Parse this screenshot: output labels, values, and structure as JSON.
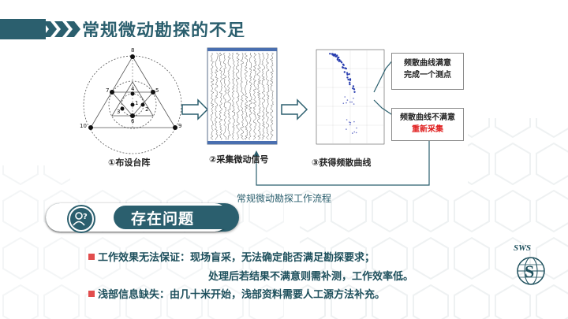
{
  "title": "常规微动勘探的不足",
  "diagram": {
    "steps": [
      {
        "label": "①布设台阵"
      },
      {
        "label": "②采集微动信号"
      },
      {
        "label": "③获得频散曲线"
      }
    ],
    "array_nodes": [
      "1",
      "2",
      "3",
      "4",
      "5",
      "6",
      "7",
      "8",
      "9",
      "10"
    ],
    "result_ok": {
      "line1": "频散曲线满意",
      "line2": "完成一个测点"
    },
    "result_bad": {
      "line1": "频散曲线不满意",
      "line2": "重新采集"
    },
    "flow_caption": "常规微动勘探工作流程"
  },
  "section": {
    "label": "存在问题",
    "icon": "user-question-icon"
  },
  "issues": [
    {
      "text": "工作效果无法保证：现场盲采，无法确定能否满足勘探要求；"
    },
    {
      "text": "处理后若结果不满意则需补测，工作效率低。"
    },
    {
      "text": "浅部信息缺失：由几十米开始，浅部资料需要人工源方法补充。"
    }
  ],
  "logo": {
    "name": "SWS"
  },
  "colors": {
    "primary": "#2b5f6e",
    "accent_red": "#e24d4d",
    "text_red": "#e02020"
  }
}
